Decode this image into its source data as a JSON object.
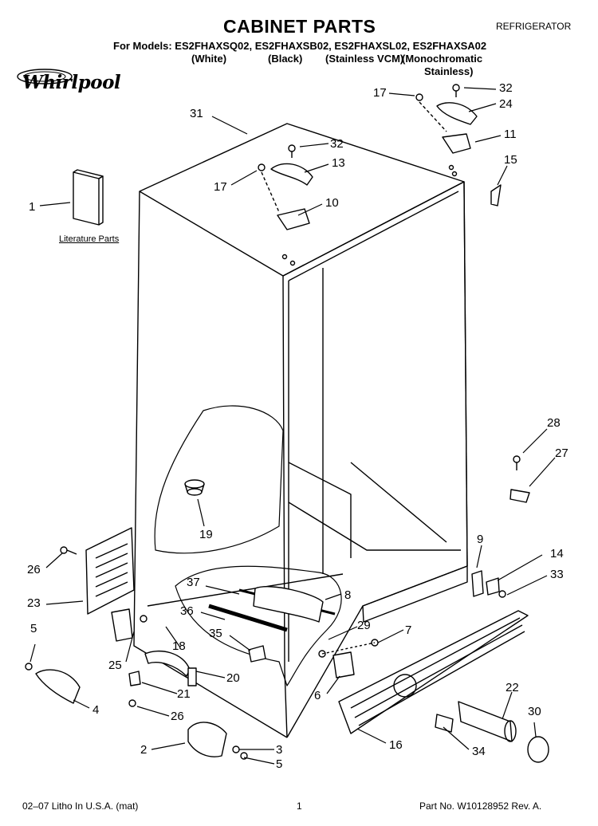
{
  "header": {
    "title": "CABINET PARTS",
    "category": "REFRIGERATOR",
    "models_line": "For Models: ES2FHAXSQ02, ES2FHAXSB02, ES2FHAXSL02, ES2FHAXSA02",
    "variants": [
      "(White)",
      "(Black)",
      "(Stainless VCM)",
      "(Monochromatic",
      "Stainless)"
    ]
  },
  "brand": {
    "logo_text": "Whirlpool"
  },
  "diagram": {
    "literature_label": "Literature Parts",
    "callouts": [
      "31",
      "17",
      "32",
      "24",
      "11",
      "15",
      "32",
      "13",
      "17",
      "10",
      "1",
      "28",
      "27",
      "19",
      "9",
      "14",
      "33",
      "26",
      "23",
      "37",
      "8",
      "36",
      "35",
      "29",
      "7",
      "5",
      "18",
      "25",
      "20",
      "21",
      "6",
      "22",
      "30",
      "4",
      "26",
      "16",
      "34",
      "2",
      "3",
      "5"
    ]
  },
  "footer": {
    "left": "02–07 Litho In U.S.A. (mat)",
    "page": "1",
    "part_no": "Part No. W10128952 Rev. A."
  }
}
